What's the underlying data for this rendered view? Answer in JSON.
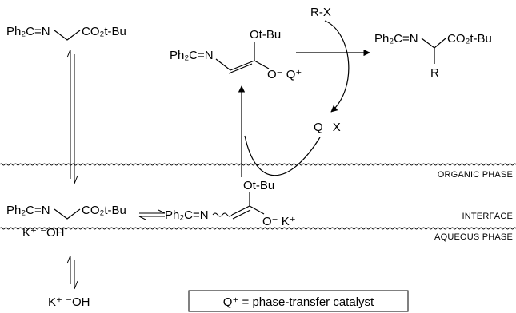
{
  "molecules": {
    "ester_org_left": "Ph₂C=N",
    "ester_org_right": "CO₂t-Bu",
    "enolate_org_left": "Ph₂C=N",
    "enolate_org_otbu": "Ot-Bu",
    "enolate_org_ion": "O⁻ Q⁺",
    "product_left": "Ph₂C=N",
    "product_right": "CO₂t-Bu",
    "product_r": "R",
    "alkyl_halide": "R-X",
    "salt": "Q⁺ X⁻",
    "ester_int_left": "Ph₂C=N",
    "ester_int_right": "CO₂t-Bu",
    "enolate_int_left": "Ph₂C=N",
    "enolate_int_otbu": "Ot-Bu",
    "enolate_int_ion": "O⁻  K⁺",
    "koh_interface": "K⁺ ⁻OH",
    "koh_aqueous": "K⁺ ⁻OH"
  },
  "phases": {
    "organic": "ORGANIC PHASE",
    "interface": "INTERFACE",
    "aqueous": "AQUEOUS PHASE"
  },
  "legend": "Q⁺ = phase-transfer catalyst"
}
